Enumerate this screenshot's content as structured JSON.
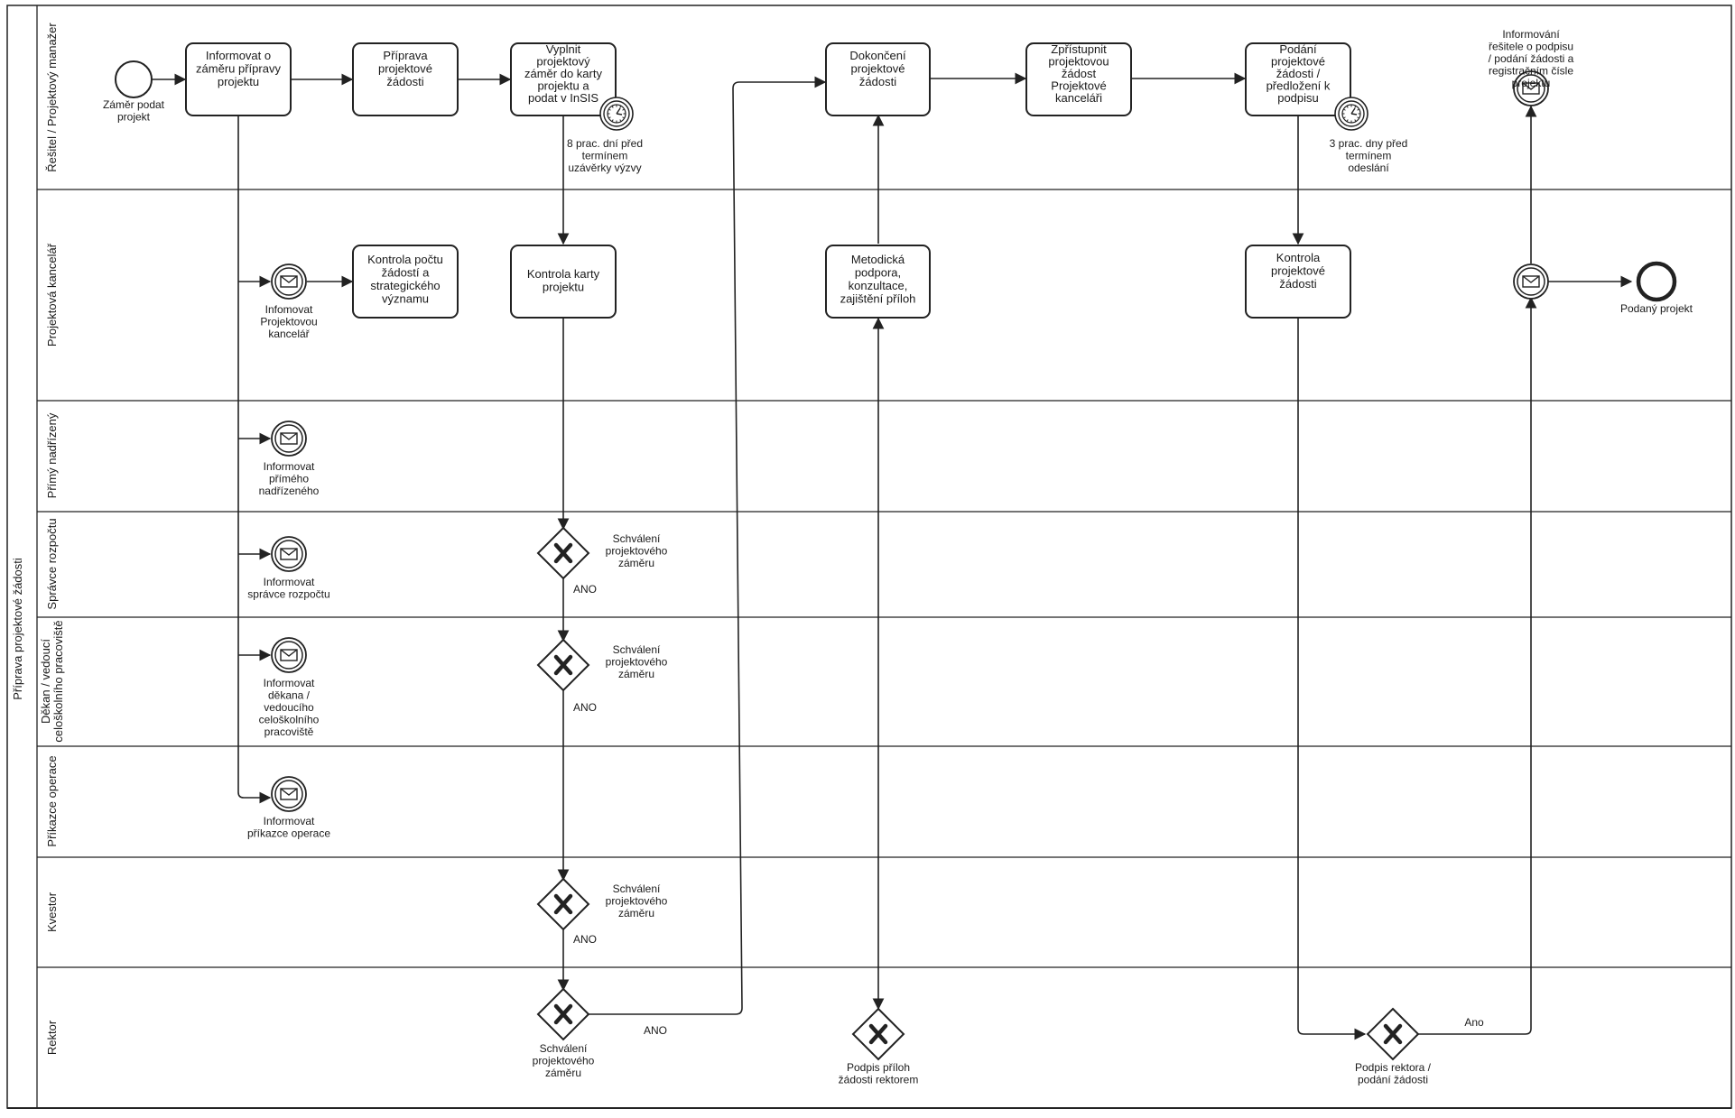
{
  "pool": {
    "title": "Příprava projektové žádosti"
  },
  "lanes": [
    {
      "id": "resitel",
      "lines": [
        "Řešitel / Projektový manažer"
      ]
    },
    {
      "id": "kancelar",
      "lines": [
        "Projektová kancelář"
      ]
    },
    {
      "id": "nadrizeny",
      "lines": [
        "Přímý nadřízený"
      ]
    },
    {
      "id": "spravce",
      "lines": [
        "Správce rozpočtu"
      ]
    },
    {
      "id": "dekan",
      "lines": [
        "Děkan / vedoucí",
        "celoškolního pracoviště"
      ]
    },
    {
      "id": "prikazce",
      "lines": [
        "Příkazce operace"
      ]
    },
    {
      "id": "kvestor",
      "lines": [
        "Kvestor"
      ]
    },
    {
      "id": "rektor",
      "lines": [
        "Rektor"
      ]
    }
  ],
  "tasks": [
    {
      "id": "t1",
      "lines": [
        "Informovat o",
        "záměru přípravy",
        "projektu"
      ]
    },
    {
      "id": "t2",
      "lines": [
        "Příprava",
        "projektové",
        "žádosti"
      ]
    },
    {
      "id": "t3",
      "lines": [
        "Vyplnit",
        "projektový",
        "záměr do karty",
        "projektu a",
        "podat v InSIS"
      ]
    },
    {
      "id": "t4",
      "lines": [
        "Dokončení",
        "projektové",
        "žádosti"
      ]
    },
    {
      "id": "t5",
      "lines": [
        "Zpřístupnit",
        "projektovou",
        "žádost",
        "Projektové",
        "kanceláři"
      ]
    },
    {
      "id": "t6",
      "lines": [
        "Podání",
        "projektové",
        "žádosti /",
        "předložení k",
        "podpisu"
      ]
    },
    {
      "id": "t7",
      "lines": [
        "Kontrola počtu",
        "žádostí a",
        "strategického",
        "významu"
      ]
    },
    {
      "id": "t8",
      "lines": [
        "Kontrola karty",
        "projektu"
      ]
    },
    {
      "id": "t9",
      "lines": [
        "Metodická",
        "podpora,",
        "konzultace,",
        "zajištění příloh"
      ]
    },
    {
      "id": "t10",
      "lines": [
        "Kontrola",
        "projektové",
        "žádosti"
      ]
    }
  ],
  "events": [
    {
      "id": "start",
      "type": "start",
      "lines": [
        "Záměr podat",
        "projekt"
      ]
    },
    {
      "id": "timer1",
      "type": "timer",
      "lines": [
        "8 prac. dní před",
        "termínem",
        "uzávěrky výzvy"
      ]
    },
    {
      "id": "timer2",
      "type": "timer",
      "lines": [
        "3 prac. dny před",
        "termínem",
        "odeslání"
      ]
    },
    {
      "id": "msg_top",
      "type": "message",
      "lines": [
        "Informování",
        "řešitele o podpisu",
        "/ podání žádosti a",
        "registračním čísle",
        "projektu"
      ]
    },
    {
      "id": "msg_kancelar",
      "type": "message",
      "lines": [
        "Infomovat",
        "Projektovou",
        "kancelář"
      ]
    },
    {
      "id": "msg_nadrizeny",
      "type": "message",
      "lines": [
        "Informovat",
        "přímého",
        "nadřízeného"
      ]
    },
    {
      "id": "msg_spravce",
      "type": "message",
      "lines": [
        "Informovat",
        "správce rozpočtu"
      ]
    },
    {
      "id": "msg_dekan",
      "type": "message",
      "lines": [
        "Informovat",
        "děkana /",
        "vedoucího",
        "celoškolního",
        "pracoviště"
      ]
    },
    {
      "id": "msg_prikazce",
      "type": "message",
      "lines": [
        "Informovat",
        "příkazce operace"
      ]
    },
    {
      "id": "msg_right",
      "type": "message",
      "lines": []
    },
    {
      "id": "end",
      "type": "end",
      "lines": [
        "Podaný projekt"
      ]
    }
  ],
  "gateways": [
    {
      "id": "g_spravce",
      "lines": [
        "Schválení",
        "projektového",
        "záměru"
      ]
    },
    {
      "id": "g_dekan",
      "lines": [
        "Schválení",
        "projektového",
        "záměru"
      ]
    },
    {
      "id": "g_kvestor",
      "lines": [
        "Schválení",
        "projektového",
        "záměru"
      ]
    },
    {
      "id": "g_rektor",
      "lines": [
        "Schválení",
        "projektového",
        "záměru"
      ]
    },
    {
      "id": "g_prilohy",
      "lines": [
        "Podpis příloh",
        "žádosti rektorem"
      ]
    },
    {
      "id": "g_podpis",
      "lines": [
        "Podpis rektora /",
        "podání žádosti"
      ]
    }
  ],
  "flow_labels": [
    {
      "id": "ano1",
      "text": "ANO"
    },
    {
      "id": "ano2",
      "text": "ANO"
    },
    {
      "id": "ano3",
      "text": "ANO"
    },
    {
      "id": "ano4",
      "text": "ANO"
    },
    {
      "id": "ano5",
      "text": "Ano"
    }
  ]
}
